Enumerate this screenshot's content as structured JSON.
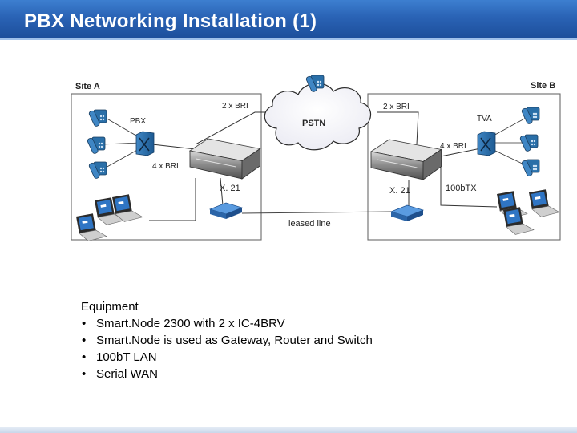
{
  "slide": {
    "title": "PBX Networking Installation (1)"
  },
  "diagram": {
    "site_a_label": "Site A",
    "site_b_label": "Site B",
    "cloud_label": "PSTN",
    "pbx_label": "PBX",
    "tva_label": "TVA",
    "link_a_top": "2 x BRI",
    "link_b_top": "2 x BRI",
    "link_a_bottom": "4 x BRI",
    "link_b_bottom": "4 x BRI",
    "x21_a": "X. 21",
    "x21_b": "X. 21",
    "leased_line": "leased line",
    "lan_b": "100bTX"
  },
  "equipment": {
    "heading": "Equipment",
    "items": [
      "Smart.Node 2300 with 2 x IC-4BRV",
      "Smart.Node is used as Gateway, Router and Switch",
      "100bT LAN",
      "Serial WAN"
    ]
  },
  "colors": {
    "title_bar": "#2a63b5",
    "phone": "#2a6fa8",
    "modem": "#3a7cc9",
    "box_border": "#666666"
  }
}
